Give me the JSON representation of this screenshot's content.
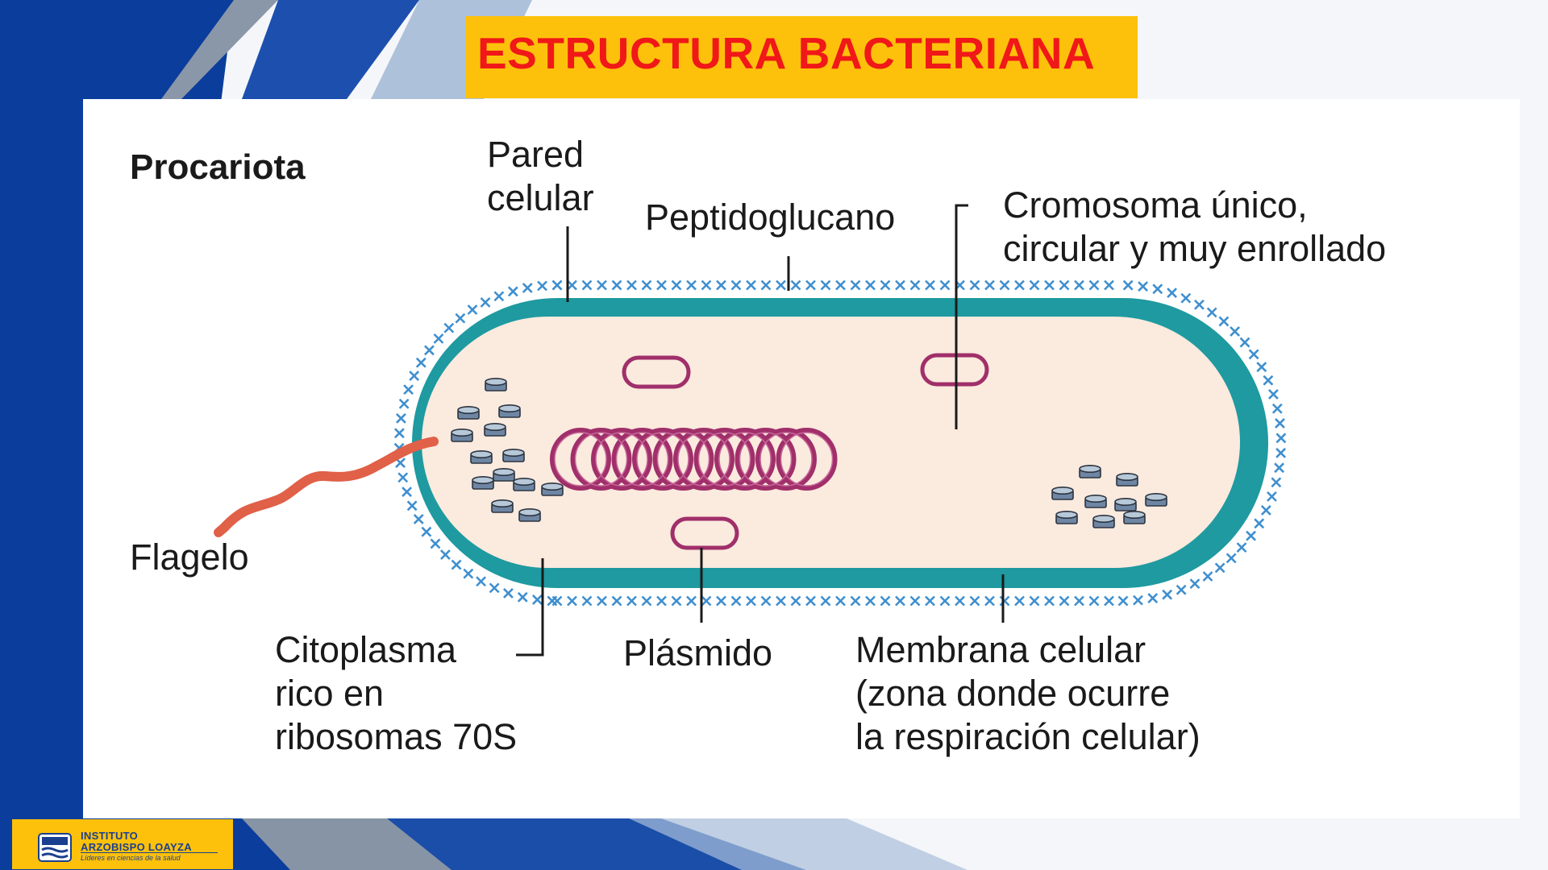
{
  "slide": {
    "title": "ESTRUCTURA BACTERIANA",
    "colors": {
      "frame_blue": "#0a3d9c",
      "title_bg": "#fec10b",
      "title_text": "#f01818"
    }
  },
  "diagram": {
    "heading": "Procariota",
    "labels": {
      "pared": "Pared\ncelular",
      "peptidoglucano": "Peptidoglucano",
      "cromosoma": "Cromosoma único,\ncircular y muy enrollado",
      "flagelo": "Flagelo",
      "citoplasma": "Citoplasma\nrico en\nribosomas 70S",
      "plasmido": "Plásmido",
      "membrana": "Membrana celular\n(zona donde ocurre\nla respiración celular)"
    },
    "colors": {
      "wall": "#1e9aa0",
      "cytoplasm": "#fbeade",
      "chromosome": "#a02f6a",
      "peptidoglycan": "#3f8fcf",
      "ribosome": "#8aa0b8",
      "flagellum": "#e06048"
    }
  },
  "logo": {
    "line1": "INSTITUTO",
    "line2": "ARZOBISPO LOAYZA",
    "tagline": "Líderes en ciencias de la salud"
  }
}
